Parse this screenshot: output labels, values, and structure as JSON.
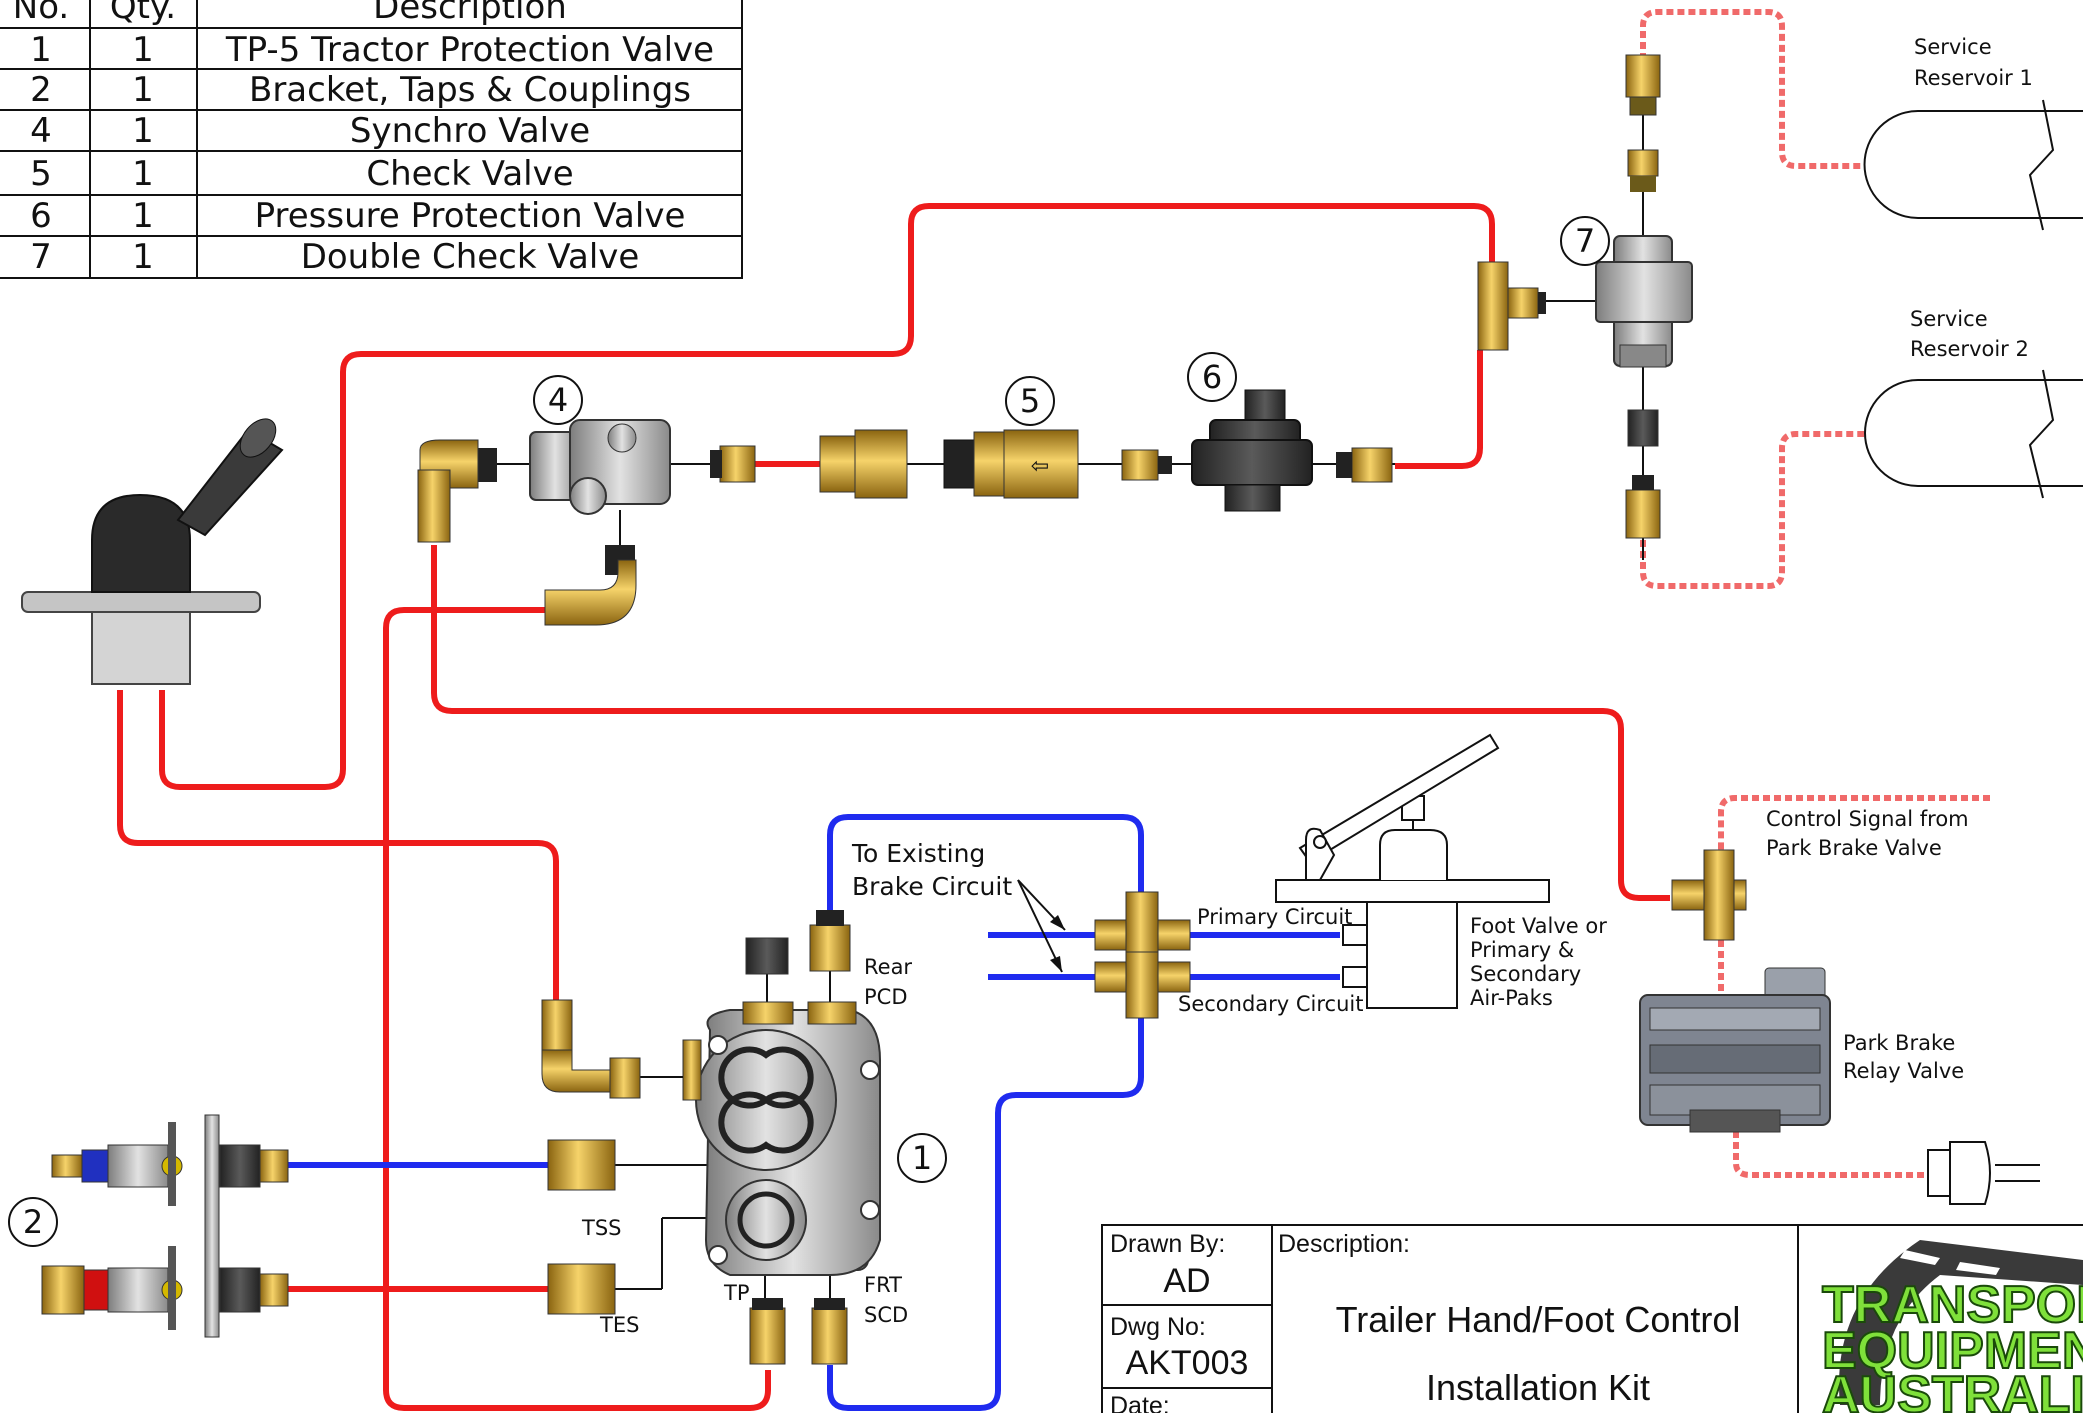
{
  "parts_table": {
    "headers": [
      "No.",
      "Qty.",
      "Description"
    ],
    "rows": [
      {
        "no": "1",
        "qty": "1",
        "description": "TP-5 Tractor Protection Valve"
      },
      {
        "no": "2",
        "qty": "1",
        "description": "Bracket, Taps & Couplings"
      },
      {
        "no": "4",
        "qty": "1",
        "description": "Synchro Valve"
      },
      {
        "no": "5",
        "qty": "1",
        "description": "Check Valve"
      },
      {
        "no": "6",
        "qty": "1",
        "description": "Pressure Protection Valve"
      },
      {
        "no": "7",
        "qty": "1",
        "description": "Double Check Valve"
      }
    ]
  },
  "balloons": {
    "b1": "1",
    "b2": "2",
    "b4": "4",
    "b5": "5",
    "b6": "6",
    "b7": "7"
  },
  "labels": {
    "service_reservoir_1_a": "Service",
    "service_reservoir_1_b": "Reservoir 1",
    "service_reservoir_2_a": "Service",
    "service_reservoir_2_b": "Reservoir 2",
    "to_existing_a": "To Existing",
    "to_existing_b": "Brake Circuit",
    "rear": "Rear",
    "pcd": "PCD",
    "primary_circuit": "Primary Circuit",
    "secondary_circuit": "Secondary Circuit",
    "foot_valve_1": "Foot Valve or",
    "foot_valve_2": "Primary &",
    "foot_valve_3": "Secondary",
    "foot_valve_4": "Air-Paks",
    "control_signal_1": "Control Signal from",
    "control_signal_2": "Park Brake Valve",
    "park_brake_1": "Park Brake",
    "park_brake_2": "Relay Valve",
    "tss": "TSS",
    "tes": "TES",
    "tp": "TP",
    "frt": "FRT",
    "scd": "SCD"
  },
  "title_block": {
    "drawn_by_label": "Drawn By:",
    "drawn_by": "AD",
    "dwg_no_label": "Dwg No:",
    "dwg_no": "AKT003",
    "date_label": "Date:",
    "description_label": "Description:",
    "description_line1": "Trailer Hand/Foot Control",
    "description_line2": "Installation Kit",
    "logo_line1": "TRANSPOR",
    "logo_line2": "EQUIPMEN",
    "logo_line3": "AUSTRALI"
  },
  "colors": {
    "supply_line": "#ee1c1c",
    "control_line": "#1f2bef",
    "brass": "#d4a52a",
    "valve_grey": "#b8b8b8"
  }
}
